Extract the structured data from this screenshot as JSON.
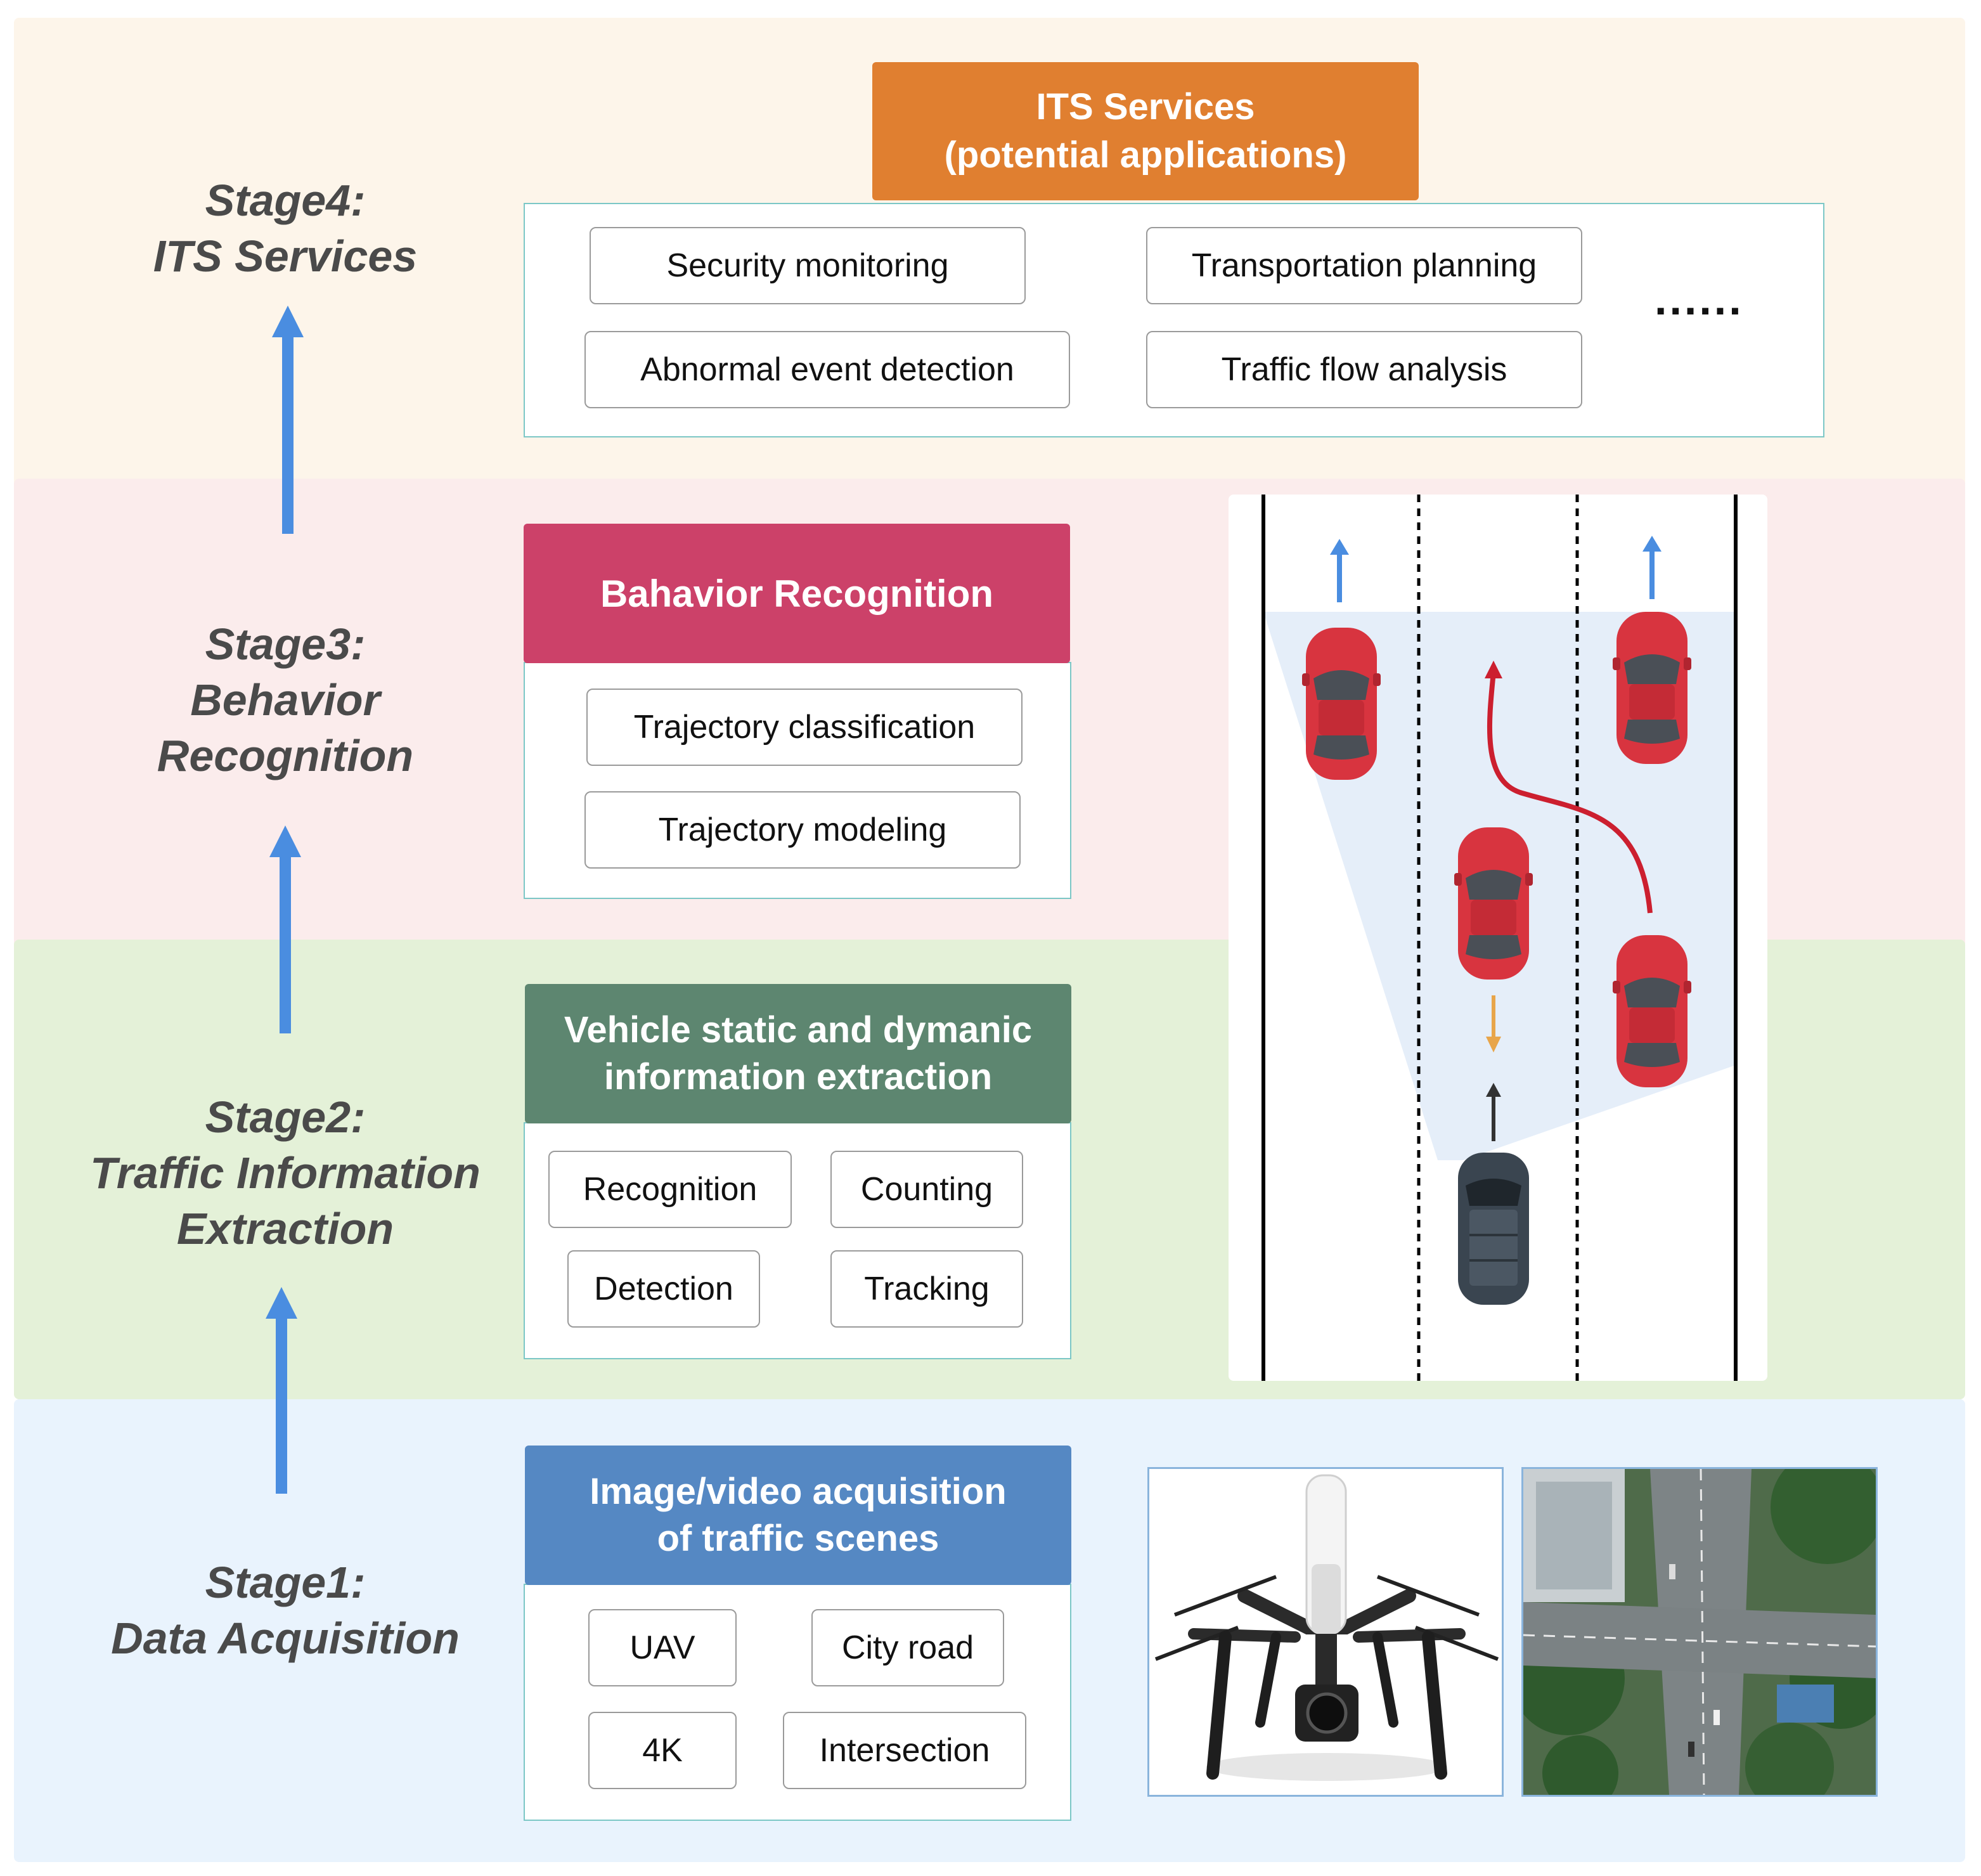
{
  "stages": [
    {
      "id": "stage4",
      "title": "Stage4:\nITS Services",
      "band_color": "#fdf5ea"
    },
    {
      "id": "stage3",
      "title": "Stage3:\nBehavior\nRecognition",
      "band_color": "#fbecec"
    },
    {
      "id": "stage2",
      "title": "Stage2:\nTraffic Information\nExtraction",
      "band_color": "#e4f1d8"
    },
    {
      "id": "stage1",
      "title": "Stage1:\nData Acquisition",
      "band_color": "#e9f3fd"
    }
  ],
  "its_services": {
    "header": "ITS Services\n(potential applications)",
    "header_color": "#e07f30",
    "items": [
      "Security monitoring",
      "Transportation planning",
      "Abnormal event detection",
      "Traffic flow analysis"
    ],
    "more": "......"
  },
  "behavior": {
    "header": "Bahavior Recognition",
    "header_color": "#cc4169",
    "items": [
      "Trajectory classification",
      "Trajectory modeling"
    ]
  },
  "extraction": {
    "header": "Vehicle static and dymanic\ninformation extraction",
    "header_color": "#5d8670",
    "items": [
      "Recognition",
      "Counting",
      "Detection",
      "Tracking"
    ]
  },
  "acquisition": {
    "header": "Image/video acquisition\nof traffic scenes",
    "header_color": "#5588c3",
    "items": [
      "UAV",
      "City road",
      "4K",
      "Intersection"
    ]
  },
  "colors": {
    "arrow": "#4a8de0",
    "panel_border": "#7cc7c6",
    "car": "#d8343f",
    "trajectory": "#cc1f2f",
    "observer_car": "#3a4550"
  },
  "icons": [
    "drone-photo",
    "aerial-intersection-photo",
    "road-scene-illustration"
  ]
}
